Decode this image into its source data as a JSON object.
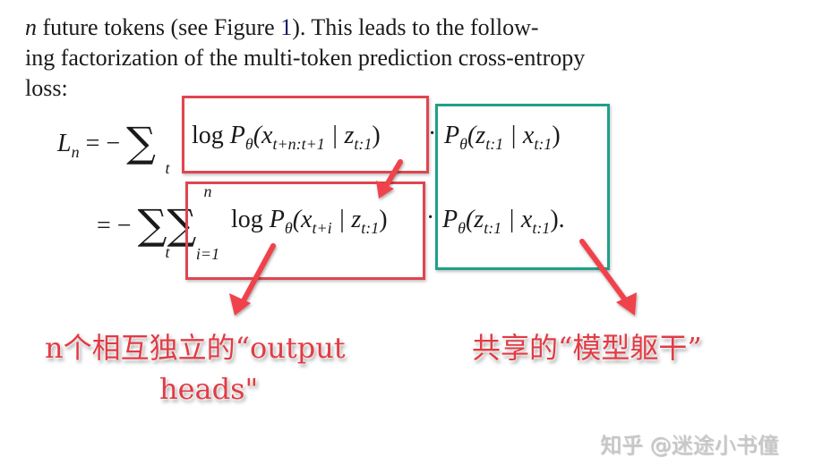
{
  "paragraph": {
    "lines": [
      {
        "var": "n",
        "text_a": " future tokens (see Figure ",
        "ref": "1",
        "text_b": ").  This leads to the follow-"
      },
      {
        "text": "ing factorization of the multi-token prediction cross-entropy"
      },
      {
        "text": "loss:"
      }
    ]
  },
  "equation": {
    "line1": {
      "lhs": "L",
      "lhs_sub": "n",
      "op": "= −",
      "sum_sub": "t",
      "head_term": {
        "log": "log",
        "P": "P",
        "theta": "θ",
        "open": "(x",
        "x_sub": "t+n:t+1",
        "bar": " | z",
        "z_sub": "t:1",
        "close": ")"
      },
      "dot": "·",
      "trunk_term": {
        "P": "P",
        "theta": "θ",
        "open": "(z",
        "z_sub": "t:1",
        "bar": " | x",
        "x_sub": "t:1",
        "close": ")"
      }
    },
    "line2": {
      "op": "= −",
      "sum1_sub": "t",
      "sum2_sup": "n",
      "sum2_sub": "i=1",
      "head_term": {
        "log": "log",
        "P": "P",
        "theta": "θ",
        "open": "(x",
        "x_sub": "t+i",
        "bar": " | z",
        "z_sub": "t:1",
        "close": ")"
      },
      "dot": "·",
      "trunk_term": {
        "P": "P",
        "theta": "θ",
        "open": "(z",
        "z_sub": "t:1",
        "bar": " | x",
        "x_sub": "t:1",
        "close": ")."
      }
    },
    "sigma": "∑"
  },
  "annotations": {
    "heads_line1": "n个相互独立的“output",
    "heads_line2": "heads\"",
    "trunk": "共享的“模型躯干”",
    "colors": {
      "heads": "#e0454f",
      "trunk": "#1fa08a",
      "arrow": "#f0434b"
    }
  },
  "watermark": "知乎 @迷途小书僮"
}
